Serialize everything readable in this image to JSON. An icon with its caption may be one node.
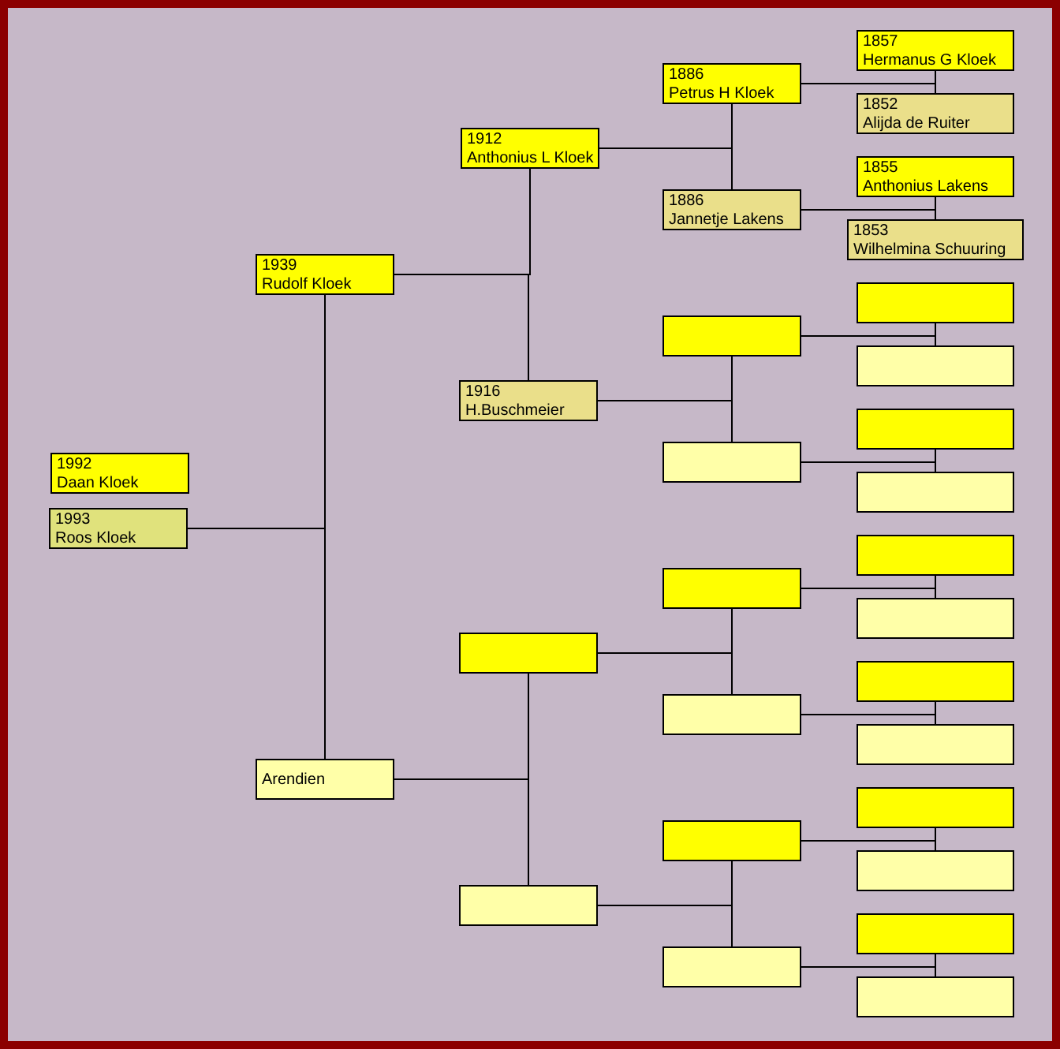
{
  "diagram": {
    "nodes": [
      {
        "text": [
          "1992",
          "Daan Kloek"
        ]
      },
      {
        "text": [
          "1993",
          "Roos Kloek"
        ]
      },
      {
        "text": [
          "1939",
          "Rudolf Kloek"
        ]
      },
      {
        "text": [
          "Arendien"
        ]
      },
      {
        "text": [
          "1912",
          "Anthonius L Kloek"
        ]
      },
      {
        "text": [
          "1916",
          "H.Buschmeier"
        ]
      },
      {
        "text": [],
        "shape": "box"
      },
      {
        "text": [],
        "shape": "box"
      },
      {
        "text": [
          "1886",
          "Petrus H Kloek"
        ]
      },
      {
        "text": [
          "1886",
          "Jannetje Lakens"
        ]
      },
      {
        "text": [],
        "shape": "box"
      },
      {
        "text": [],
        "shape": "box"
      },
      {
        "text": [],
        "shape": "box"
      },
      {
        "text": [],
        "shape": "box"
      },
      {
        "text": [],
        "shape": "box"
      },
      {
        "text": [],
        "shape": "box"
      },
      {
        "text": [
          "1857",
          "Hermanus G Kloek"
        ]
      },
      {
        "text": [
          "1852",
          "Alijda de Ruiter"
        ]
      },
      {
        "text": [
          "1855",
          "Anthonius Lakens"
        ]
      },
      {
        "text": [
          "1853",
          "Wilhelmina Schuuring"
        ]
      },
      {
        "text": [],
        "shape": "box"
      },
      {
        "text": [],
        "shape": "box"
      },
      {
        "text": [],
        "shape": "box"
      },
      {
        "text": [],
        "shape": "box"
      },
      {
        "text": [],
        "shape": "box"
      },
      {
        "text": [],
        "shape": "box"
      },
      {
        "text": [],
        "shape": "box"
      },
      {
        "text": [],
        "shape": "box"
      },
      {
        "text": [],
        "shape": "box"
      },
      {
        "text": [],
        "shape": "box"
      },
      {
        "text": [],
        "shape": "box"
      },
      {
        "text": [],
        "shape": "box"
      }
    ],
    "edges": [
      {
        "from": 1,
        "to": 2,
        "arrow": "none"
      },
      {
        "from": 1,
        "to": 3,
        "arrow": "none"
      },
      {
        "from": 2,
        "to": 4,
        "arrow": "none"
      },
      {
        "from": 2,
        "to": 5,
        "arrow": "none"
      },
      {
        "from": 3,
        "to": 6,
        "arrow": "none"
      },
      {
        "from": 3,
        "to": 7,
        "arrow": "none"
      },
      {
        "from": 4,
        "to": 8,
        "arrow": "none"
      },
      {
        "from": 4,
        "to": 9,
        "arrow": "none"
      },
      {
        "from": 5,
        "to": 10,
        "arrow": "none"
      },
      {
        "from": 5,
        "to": 11,
        "arrow": "none"
      },
      {
        "from": 6,
        "to": 12,
        "arrow": "none"
      },
      {
        "from": 6,
        "to": 13,
        "arrow": "none"
      },
      {
        "from": 7,
        "to": 14,
        "arrow": "none"
      },
      {
        "from": 7,
        "to": 15,
        "arrow": "none"
      },
      {
        "from": 8,
        "to": 16,
        "arrow": "none"
      },
      {
        "from": 8,
        "to": 17,
        "arrow": "none"
      },
      {
        "from": 9,
        "to": 18,
        "arrow": "none"
      },
      {
        "from": 9,
        "to": 19,
        "arrow": "none"
      },
      {
        "from": 10,
        "to": 20,
        "arrow": "none"
      },
      {
        "from": 10,
        "to": 21,
        "arrow": "none"
      },
      {
        "from": 11,
        "to": 22,
        "arrow": "none"
      },
      {
        "from": 11,
        "to": 23,
        "arrow": "none"
      },
      {
        "from": 12,
        "to": 24,
        "arrow": "none"
      },
      {
        "from": 12,
        "to": 25,
        "arrow": "none"
      },
      {
        "from": 13,
        "to": 26,
        "arrow": "none"
      },
      {
        "from": 13,
        "to": 27,
        "arrow": "none"
      },
      {
        "from": 14,
        "to": 28,
        "arrow": "none"
      },
      {
        "from": 14,
        "to": 29,
        "arrow": "none"
      },
      {
        "from": 15,
        "to": 30,
        "arrow": "none"
      },
      {
        "from": 15,
        "to": 31,
        "arrow": "none"
      }
    ]
  }
}
